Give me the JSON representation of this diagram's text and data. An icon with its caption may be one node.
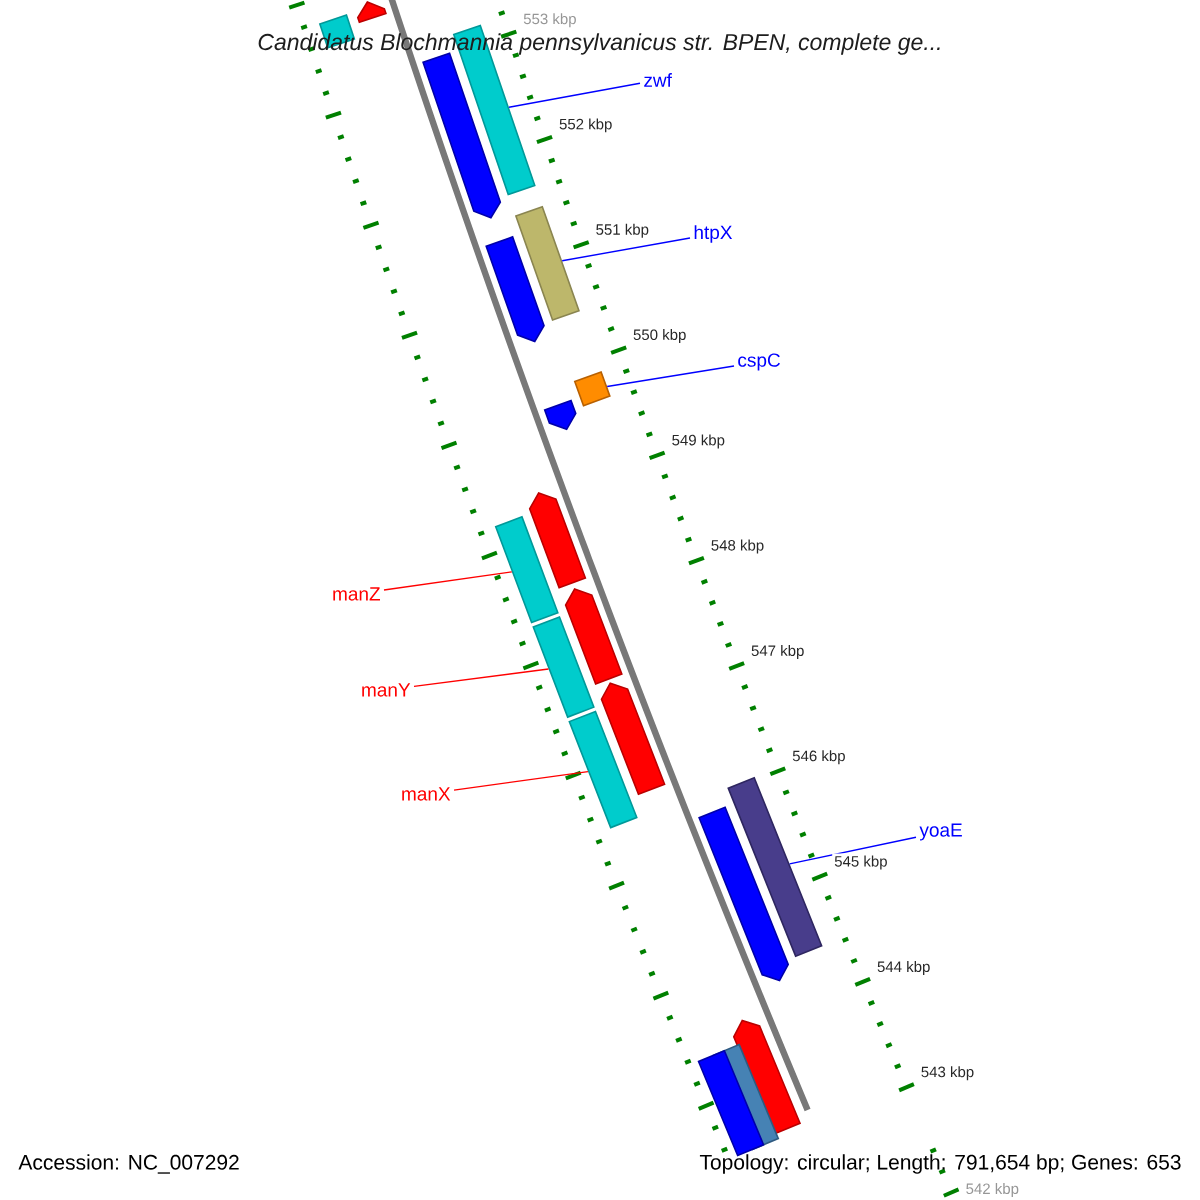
{
  "diagram": {
    "title": "Candidatus Blochmannia pennsylvanicus str. BPEN, complete ge...",
    "nodes": [
      {
        "text": [],
        "shape": "arrow"
      },
      {
        "text": [],
        "shape": "bar"
      },
      {
        "text": [
          "zwf"
        ]
      },
      {
        "text": [],
        "shape": "arrow"
      },
      {
        "text": [],
        "shape": "bar"
      },
      {
        "text": [
          "htpX"
        ]
      },
      {
        "text": [],
        "shape": "arrow"
      },
      {
        "text": [],
        "shape": "bar"
      },
      {
        "text": [
          "cspC"
        ]
      },
      {
        "text": [],
        "shape": "arrow"
      },
      {
        "text": [],
        "shape": "bar"
      },
      {
        "text": [],
        "shape": "arrow"
      },
      {
        "text": [
          "manZ"
        ]
      },
      {
        "text": [],
        "shape": "bar"
      },
      {
        "text": [],
        "shape": "arrow"
      },
      {
        "text": [
          "manY"
        ]
      },
      {
        "text": [],
        "shape": "bar"
      },
      {
        "text": [],
        "shape": "arrow"
      },
      {
        "text": [
          "manX"
        ]
      },
      {
        "text": [],
        "shape": "bar"
      },
      {
        "text": [
          "yoaE"
        ]
      },
      {
        "text": [],
        "shape": "arrow"
      },
      {
        "text": [],
        "shape": "bar"
      },
      {
        "text": [],
        "shape": "arrow"
      },
      {
        "text": [],
        "shape": "bar"
      },
      {
        "text": [],
        "shape": "bar"
      }
    ],
    "edges": [
      {
        "from": 2,
        "to": 4,
        "arrow": "none"
      },
      {
        "from": 5,
        "to": 7,
        "arrow": "none"
      },
      {
        "from": 8,
        "to": 10,
        "arrow": "none"
      },
      {
        "from": 12,
        "to": 13,
        "arrow": "none",
        "color": "#ff0000"
      },
      {
        "from": 15,
        "to": 16,
        "arrow": "none",
        "color": "#ff0000"
      },
      {
        "from": 18,
        "to": 19,
        "arrow": "none",
        "color": "#ff0000"
      },
      {
        "from": 20,
        "to": 22,
        "arrow": "none"
      }
    ],
    "labels": [
      "553 kbp",
      "552 kbp",
      "551 kbp",
      "550 kbp",
      "549 kbp",
      "548 kbp",
      "547 kbp",
      "546 kbp",
      "545 kbp",
      "544 kbp",
      "543 kbp",
      "542 kbp",
      "Accession: NC_007292",
      "Topology: circular; Length: 791,654 bp; Genes: 653"
    ]
  }
}
